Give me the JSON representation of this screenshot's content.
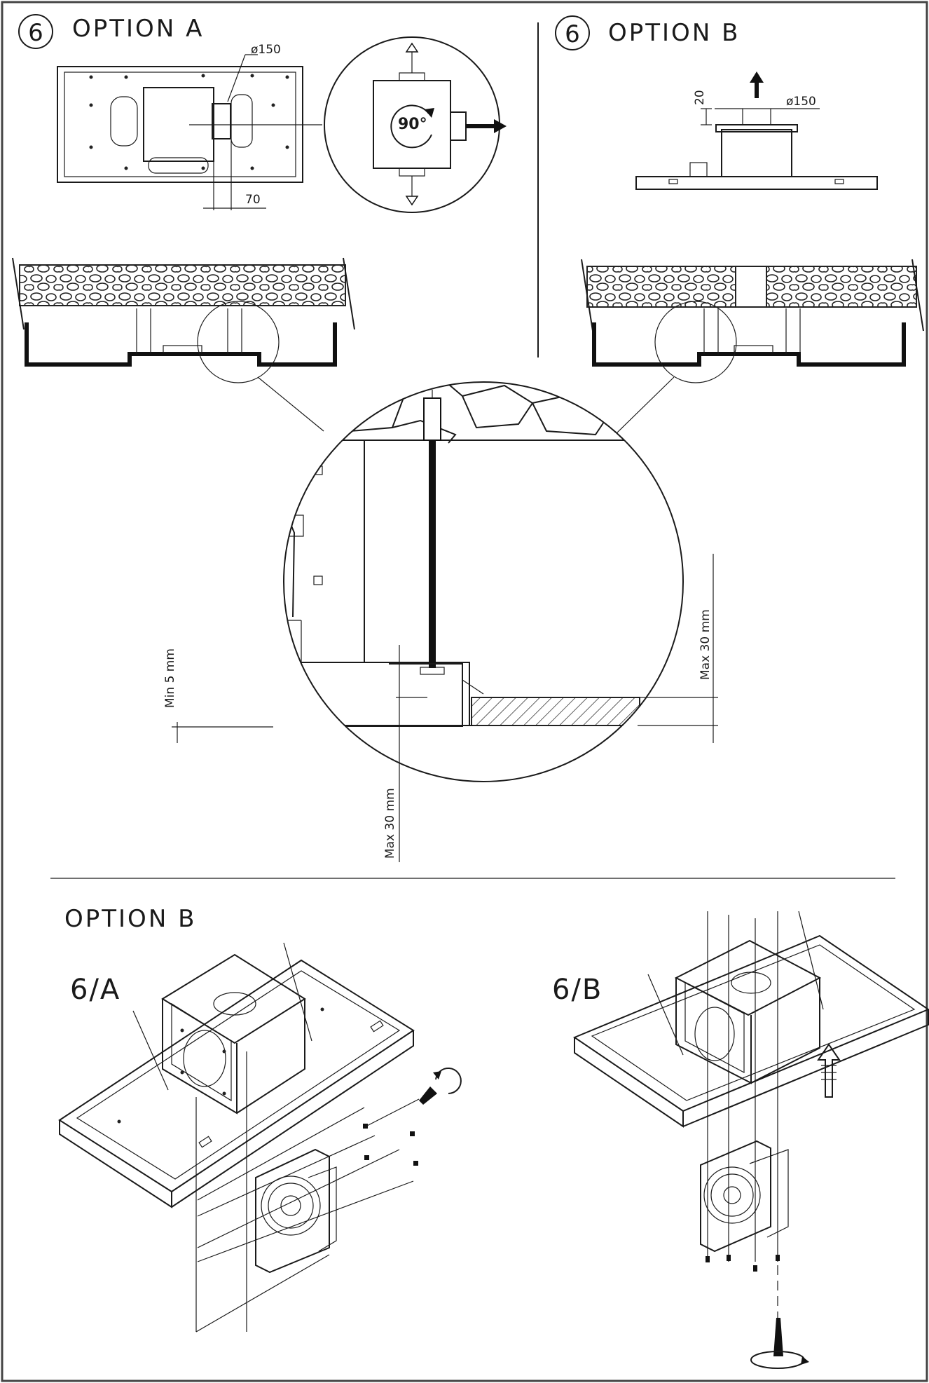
{
  "step_number": "6",
  "option_a": {
    "label": "OPTION A",
    "dim_diameter": "ø150",
    "dim_offset": "70",
    "rotation": "90°"
  },
  "option_b": {
    "label": "OPTION B",
    "dim_diameter": "ø150",
    "dim_height": "20"
  },
  "detail": {
    "min_gap": "Min 5 mm",
    "max_depth_left": "Max 30 mm",
    "max_depth_right": "Max 30 mm"
  },
  "bottom": {
    "label": "OPTION B",
    "sub_a": "6/A",
    "sub_b": "6/B"
  }
}
